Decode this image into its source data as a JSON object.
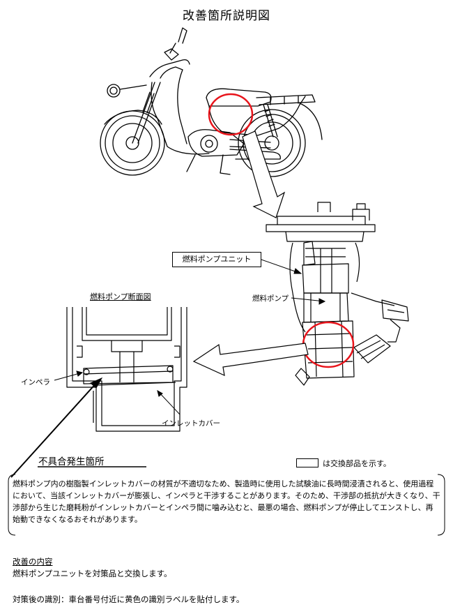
{
  "page": {
    "title": "改善箇所説明図"
  },
  "labels": {
    "fuel_pump_unit": "燃料ポンプユニット",
    "fuel_pump_section": "燃料ポンプ断面図",
    "fuel_pump": "燃料ポンプ",
    "impeller": "インペラ",
    "inlet_cover": "インレットカバー",
    "defect_location": "不具合発生箇所"
  },
  "legend": {
    "text": "は交換部品を示す。"
  },
  "description": {
    "text": "燃料ポンプ内の樹脂製インレットカバーの材質が不適切なため、製造時に使用した試験油に長時間浸漬されると、使用過程において、当該インレットカバーが膨張し、インペラと干渉することがあります。そのため、干渉部の抵抗が大きくなり、干渉部から生じた磨耗粉がインレットカバーとインペラ間に噛み込むと、最悪の場合、燃料ポンプが停止してエンストし、再始動できなくなるおそれがあります。"
  },
  "improvement": {
    "heading": "改善の内容",
    "text": "燃料ポンプユニットを対策品と交換します。"
  },
  "identification": {
    "text": "対策後の識別：車台番号付近に黄色の識別ラベルを貼付します。"
  },
  "colors": {
    "highlight_circle": "#e8141b",
    "line": "#000000"
  }
}
